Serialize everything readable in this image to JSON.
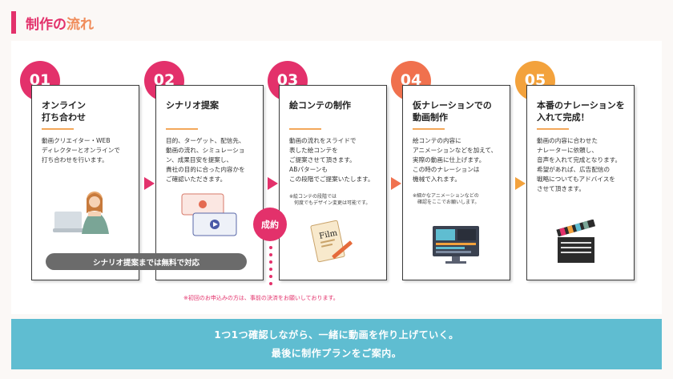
{
  "header": {
    "title_a": "制作の",
    "title_b": "流れ"
  },
  "steps": [
    {
      "num": "01",
      "color": "#e3316b",
      "title": "オンライン\n打ち合わせ",
      "desc": "動画クリエイター・WEB\nディレクターとオンラインで\n打ち合わせを行います。"
    },
    {
      "num": "02",
      "color": "#e3316b",
      "title": "シナリオ提案",
      "desc": "目的、ターゲット、配信先、\n動画の流れ、シミュレーショ\nン、成果目安を提案し、\n貴社の目的に合った内容かを\nご確認いただきます。"
    },
    {
      "num": "03",
      "color": "#e3316b",
      "title": "絵コンテの制作",
      "desc": "動画の流れをスライドで\n表した絵コンテを\nご提案させて頂きます。\nABパターンも\nこの段階でご提案いたします。",
      "note": "※絵コンテの段階では\n　何度でもデザイン変更は可能です。"
    },
    {
      "num": "04",
      "color": "#f0714e",
      "title": "仮ナレーションでの\n動画制作",
      "desc": "絵コンテの内容に\nアニメーションなどを加えて、\n実際の動画に仕上げます。\nこの時のナレーションは\n機械で入れます。",
      "note": "※細かなアニメーションなどの\n　確認をここでお願いします。"
    },
    {
      "num": "05",
      "color": "#f3a23c",
      "title": "本番のナレーションを\n入れて完成！",
      "desc": "動画の内容に合わせた\nナレーターに依頼し、\n音声を入れて完成となります。\n希望があれば、広告配信の\n戦略についてもアドバイスを\nさせて頂きます。"
    }
  ],
  "arrow_colors": [
    "#e3316b",
    "#e3316b",
    "#e3316b",
    "#f0714e",
    "#f3a23c"
  ],
  "free_label": "シナリオ提案までは無料で対応",
  "deal_label": "成約",
  "footnote": "※初回のお申込みの方は、事前の決済をお願いしております。",
  "banner": {
    "line1": "1つ1つ確認しながら、一緒に動画を作り上げていく。",
    "line2": "最後に制作プランをご案内。"
  },
  "illustrations": [
    "woman-laptop-illustration",
    "video-player-illustration",
    "film-storyboard-illustration",
    "video-editor-monitor-illustration",
    "clapperboard-illustration"
  ]
}
